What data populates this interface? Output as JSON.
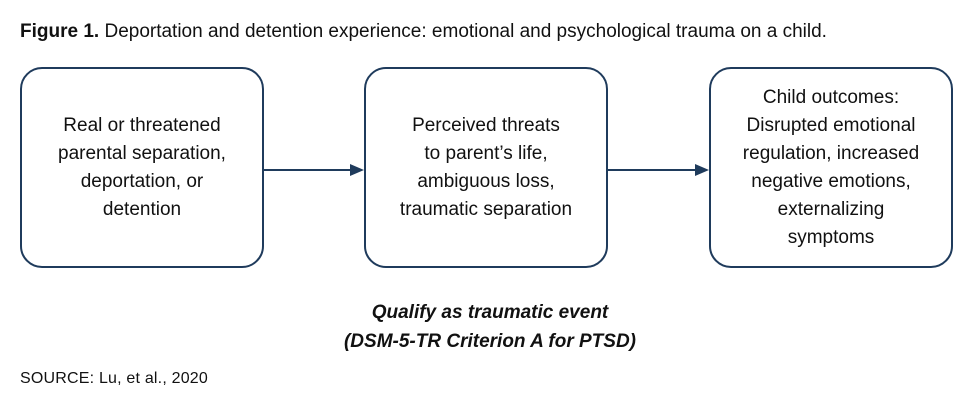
{
  "caption": {
    "label": "Figure 1.",
    "text": " Deportation and detention experience: emotional and psychological trauma on a child."
  },
  "boxes": [
    {
      "text": "Real or threatened\nparental separation,\ndeportation, or\ndetention"
    },
    {
      "text": "Perceived threats\nto parent’s life,\nambiguous loss,\ntraumatic separation"
    },
    {
      "text": "Child outcomes:\nDisrupted emotional\nregulation, increased\nnegative emotions,\nexternalizing\nsymptoms"
    }
  ],
  "qualify": {
    "line1": "Qualify as traumatic event",
    "line2": "(DSM-5-TR Criterion A for PTSD)"
  },
  "source": "SOURCE: Lu, et al., 2020",
  "colors": {
    "box_border": "#1f3b5c",
    "arrow": "#1f3b5c",
    "text": "#111111"
  }
}
